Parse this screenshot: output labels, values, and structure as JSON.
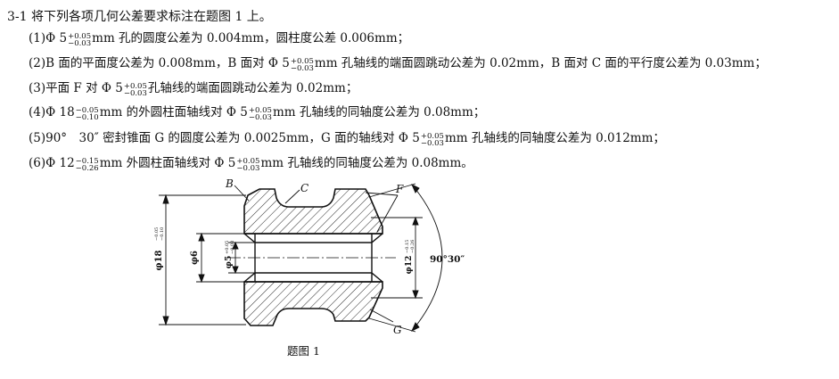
{
  "heading": "3-1 将下列各项几何公差要求标注在题图 1 上。",
  "items": [
    {
      "prefix": "(1)",
      "segments": [
        {
          "text": "Φ 5"
        },
        {
          "upper": "+0.05",
          "lower": "−0.03"
        },
        {
          "text": "mm 孔的圆度公差为 0.004mm，圆柱度公差 0.006mm；"
        }
      ]
    },
    {
      "prefix": "(2)",
      "segments": [
        {
          "text": "B 面的平面度公差为 0.008mm，B 面对 Φ 5"
        },
        {
          "upper": "+0.05",
          "lower": "−0.03"
        },
        {
          "text": "mm 孔轴线的端面圆跳动公差为 0.02mm，B 面对 C 面的平行度公差为 0.03mm；"
        }
      ]
    },
    {
      "prefix": "(3)",
      "segments": [
        {
          "text": "平面 F 对 Φ 5"
        },
        {
          "upper": "+0.05",
          "lower": "−0.03"
        },
        {
          "text": "孔轴线的端面圆跳动公差为 0.02mm；"
        }
      ]
    },
    {
      "prefix": "(4)",
      "segments": [
        {
          "text": "Φ 18"
        },
        {
          "upper": "−0.05",
          "lower": "−0.10"
        },
        {
          "text": "mm 的外圆柱面轴线对 Φ 5"
        },
        {
          "upper": "+0.05",
          "lower": "−0.03"
        },
        {
          "text": "mm 孔轴线的同轴度公差为 0.08mm；"
        }
      ]
    },
    {
      "prefix": "(5)",
      "segments": [
        {
          "text": "90°　30″ 密封锥面 G 的圆度公差为 0.0025mm，G 面的轴线对 Φ 5"
        },
        {
          "upper": "+0.05",
          "lower": "−0.03"
        },
        {
          "text": "mm 孔轴线的同轴度公差为 0.012mm；"
        }
      ]
    },
    {
      "prefix": "(6)",
      "segments": [
        {
          "text": "Φ 12"
        },
        {
          "upper": "−0.15",
          "lower": "−0.26"
        },
        {
          "text": "mm 外圆柱面轴线对 Φ 5"
        },
        {
          "upper": "+0.05",
          "lower": "−0.03"
        },
        {
          "text": "mm 孔轴线的同轴度公差为 0.08mm。"
        }
      ]
    }
  ],
  "drawing": {
    "label_b": "B",
    "label_c": "C",
    "label_f": "F",
    "label_g": "G",
    "dim_d18": "φ18",
    "dim_d18_tol_upper": "−0.05",
    "dim_d18_tol_lower": "−0.10",
    "dim_d6": "φ6",
    "dim_d5": "φ5",
    "dim_d5_tol_upper": "+0.05",
    "dim_d5_tol_lower": "−0.03",
    "dim_d12": "φ12",
    "dim_d12_tol_upper": "−0.15",
    "dim_d12_tol_lower": "−0.26",
    "angle": "90°30″",
    "caption": "题图 1"
  }
}
